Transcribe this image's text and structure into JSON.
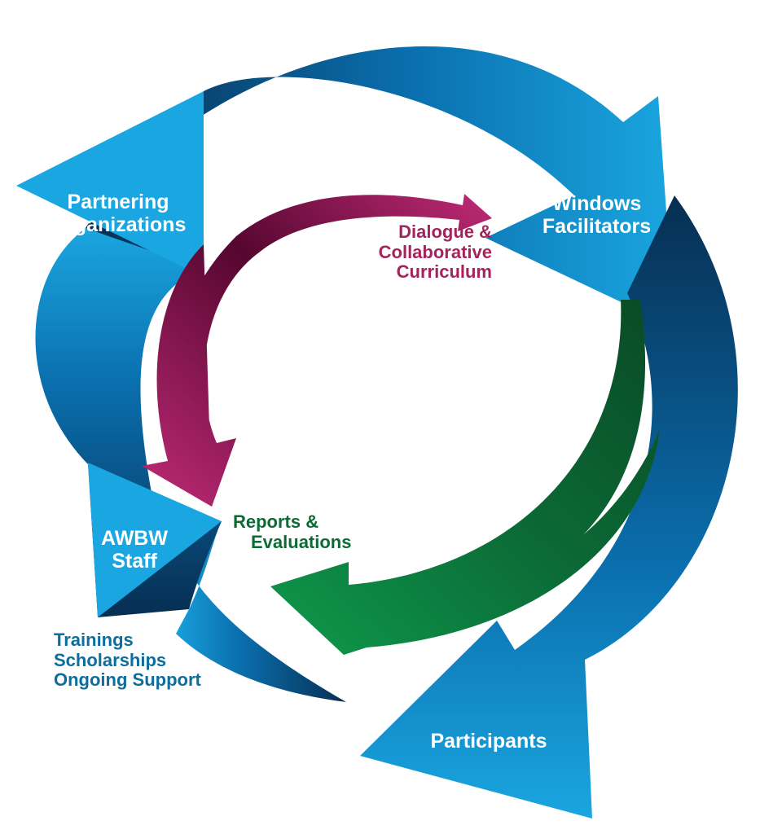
{
  "colors": {
    "blue_light": "#1aa6e0",
    "blue_mid": "#0a6fae",
    "blue_dark": "#072e52",
    "magenta_light": "#c02b77",
    "magenta_dark": "#55062f",
    "green_light": "#0e9a4c",
    "green_dark": "#0a4a26",
    "magenta_text": "#a3245c",
    "green_text": "#0c6a34",
    "blue_text": "#0d6d9c",
    "node_text": "#ffffff"
  },
  "nodes": {
    "partnering": [
      "Partnering",
      "Organizations"
    ],
    "windows": [
      "Windows",
      "Facilitators"
    ],
    "awbw": [
      "AWBW",
      "Staff"
    ],
    "participants": [
      "Participants"
    ]
  },
  "flows": {
    "dialogue": [
      "Dialogue &",
      "Collaborative",
      "Curriculum"
    ],
    "reports": [
      "Reports &",
      "Evaluations"
    ],
    "support": [
      "Trainings",
      "Scholarships",
      "Ongoing Support"
    ]
  }
}
